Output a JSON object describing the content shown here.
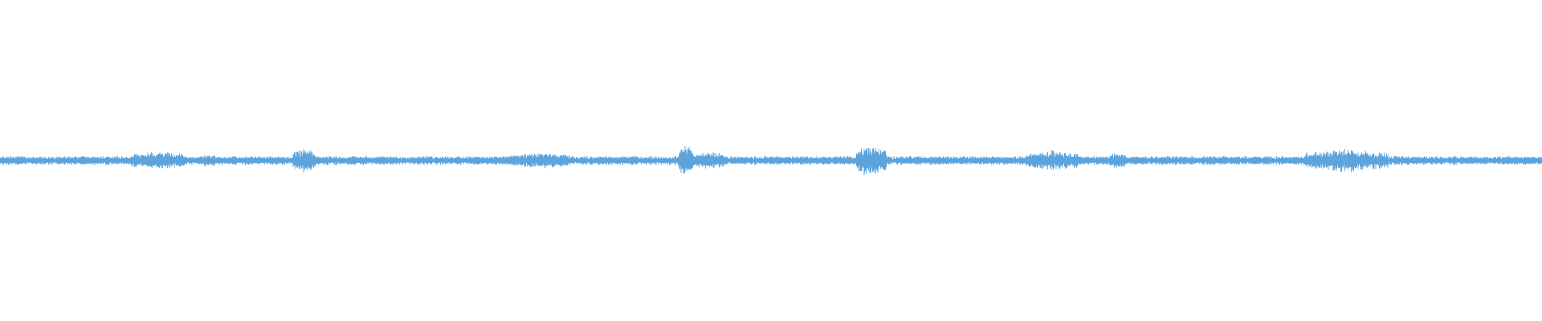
{
  "waveform": {
    "color": "#5ba4dd",
    "background": "#ffffff",
    "baseline_amplitude": 0.03,
    "samples_per_bin": 1,
    "loud_segments": [
      {
        "start": 0.085,
        "end": 0.12,
        "amplitude": 0.06
      },
      {
        "start": 0.13,
        "end": 0.14,
        "amplitude": 0.045
      },
      {
        "start": 0.19,
        "end": 0.205,
        "amplitude": 0.08
      },
      {
        "start": 0.33,
        "end": 0.37,
        "amplitude": 0.05
      },
      {
        "start": 0.44,
        "end": 0.45,
        "amplitude": 0.11
      },
      {
        "start": 0.45,
        "end": 0.47,
        "amplitude": 0.06
      },
      {
        "start": 0.555,
        "end": 0.575,
        "amplitude": 0.12
      },
      {
        "start": 0.665,
        "end": 0.7,
        "amplitude": 0.07
      },
      {
        "start": 0.72,
        "end": 0.73,
        "amplitude": 0.06
      },
      {
        "start": 0.845,
        "end": 0.9,
        "amplitude": 0.08
      }
    ]
  }
}
